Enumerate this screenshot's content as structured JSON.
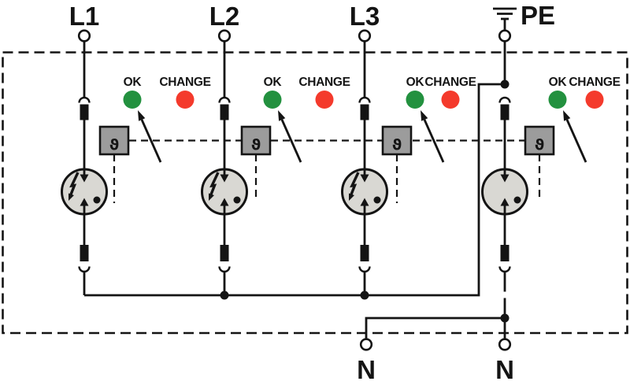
{
  "diagram": {
    "columns": [
      {
        "terminal": "L1",
        "ok": "OK",
        "change": "CHANGE",
        "sensor": "ϑ"
      },
      {
        "terminal": "L2",
        "ok": "OK",
        "change": "CHANGE",
        "sensor": "ϑ"
      },
      {
        "terminal": "L3",
        "ok": "OK",
        "change": "CHANGE",
        "sensor": "ϑ"
      },
      {
        "terminal": "PE",
        "ok": "OK",
        "change": "CHANGE",
        "sensor": "ϑ"
      }
    ],
    "bottom_terminals": [
      {
        "label": "N"
      },
      {
        "label": "N"
      }
    ]
  },
  "colors": {
    "ok_green": "#23913f",
    "change_red": "#f43a2c",
    "module_fill": "#d9d8d3",
    "sensor_fill": "#9c9c9c",
    "line": "#141414",
    "background": "#ffffff"
  }
}
